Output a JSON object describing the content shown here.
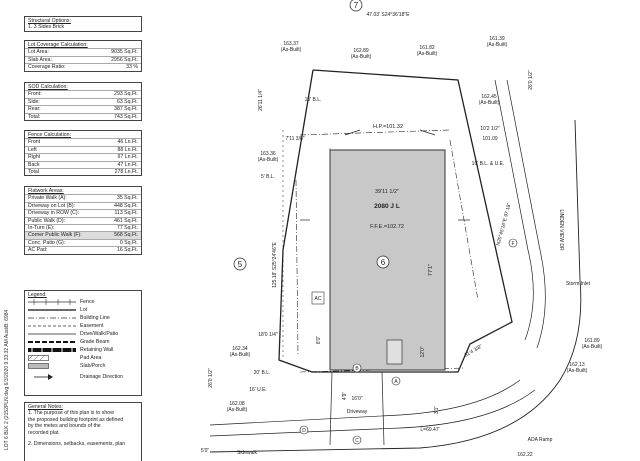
{
  "structural_options": {
    "title": "Structural Options:",
    "item": "1. 3 Sides Brick"
  },
  "lot_coverage": {
    "title": "Lot Coverage Calculation:",
    "rows": [
      {
        "label": "Lot Area:",
        "value": "9035 Sq.Ft."
      },
      {
        "label": "Slab Area:",
        "value": "2956 Sq.Ft."
      },
      {
        "label": "Coverage Ratio:",
        "value": "33 %"
      }
    ]
  },
  "sod": {
    "title": "SOD Calculation:",
    "rows": [
      {
        "label": "Front:",
        "value": "293 Sq.Ft."
      },
      {
        "label": "Side:",
        "value": "63 Sq.Ft."
      },
      {
        "label": "Rear:",
        "value": "387 Sq.Ft."
      },
      {
        "label": "Total:",
        "value": "743 Sq.Ft."
      }
    ]
  },
  "fence": {
    "title": "Fence Calculation:",
    "rows": [
      {
        "label": "Front",
        "value": "46 Ln.Ft."
      },
      {
        "label": "Left",
        "value": "88 Ln.Ft."
      },
      {
        "label": "Right",
        "value": "97 Ln.Ft."
      },
      {
        "label": "Back",
        "value": "47 Ln.Ft."
      },
      {
        "label": "Total",
        "value": "278 Ln.Ft."
      }
    ]
  },
  "flatwork": {
    "title": "Flatwork Areas:",
    "rows": [
      {
        "label": "Private Walk (A):",
        "value": "35 Sq.Ft."
      },
      {
        "label": "Driveway on Lot (B):",
        "value": "448 Sq.Ft."
      },
      {
        "label": "Driveway in ROW (C):",
        "value": "113 Sq.Ft."
      },
      {
        "label": "Public Walk (D):",
        "value": "461 Sq.Ft."
      },
      {
        "label": "In-Turn (E):",
        "value": "77 Sq.Ft."
      },
      {
        "label": "Corner Public Walk (F):",
        "value": "568 Sq.Ft."
      },
      {
        "label": "Conc. Patio (G):",
        "value": "0 Sq.Ft."
      },
      {
        "label": "AC Pad:",
        "value": "16 Sq.Ft."
      }
    ]
  },
  "legend": {
    "title": "Legend:",
    "items": [
      "Fence",
      "Lot",
      "Building Line",
      "Easement",
      "Drive/Walk/Patio",
      "Grade Beam",
      "Retaining Wall",
      "Pad Area",
      "Slab/Porch",
      "Drainage Direction"
    ]
  },
  "notes": {
    "title": "General Notes:",
    "lines": [
      "1. The purpose of this plan is to show",
      "the proposed building footprint as defined",
      "by the metes and bounds of the",
      "recorded plat.",
      "",
      "2. Dimensions, setbacks, easements, plan"
    ]
  },
  "side_title": "LOT 6 BLK 2 (2152PLN.dwg 6/3/2020 9:33:32 AM AustiB: 6984",
  "plan": {
    "lot_numbers": [
      "7",
      "6",
      "5"
    ],
    "house": {
      "name": "2080 J L",
      "width": "39'11 1/2\"",
      "depth": "77'1\"",
      "ffe": "F.F.E.=102.72",
      "hp": "H.P.=101.32"
    },
    "elevations": [
      {
        "value": "163.37",
        "note": "(As-Built)"
      },
      {
        "value": "162.89",
        "note": "(As-Built)"
      },
      {
        "value": "161.82",
        "note": "(As-Built)"
      },
      {
        "value": "161.39",
        "note": "(As-Built)"
      },
      {
        "value": "162.45",
        "note": "(As-Built)"
      },
      {
        "value": "163.36",
        "note": "(As-Built)"
      },
      {
        "value": "162.34",
        "note": "(As-Built)"
      },
      {
        "value": "162.08",
        "note": "(As-Built)"
      },
      {
        "value": "161.89",
        "note": "(As-Built)"
      },
      {
        "value": "162.13",
        "note": "(As-Built)"
      },
      {
        "value": "162.22",
        "note": ""
      },
      {
        "value": "101.09",
        "note": ""
      }
    ],
    "labels": {
      "top_bearing": "47.03' S24°36'18\"E",
      "rear_bl": "10' B.L.",
      "rear_setback": "7'11 3/8\"",
      "left_ue": "5' B.L.",
      "right_ue": "10' B.L. & U.E.",
      "right_bl": "10'2 1/2\"",
      "left_dim_a": "26'11 1/4\"",
      "left_dim_b": "125.18' S25°24'46\"E",
      "right_bearing": "N20°45'16\"E 97.18'",
      "right_top": "26'0 1/2\"",
      "front_setback": "18'0 1/4\"",
      "front_bl": "20' B.L.",
      "front_ue": "16' U.E.",
      "left_front": "26'0 1/2\"",
      "corner_dim": "31'4 3/8\"",
      "driveway": "Driveway",
      "driveway_width": "16'0\"",
      "ac": "AC",
      "arc": "L=69.47'",
      "sidewalk": "Sidewalk",
      "sidewalk_width": "5'0\"",
      "ada": "ADA Ramp",
      "storm": "Storm Inlet",
      "street": "LINDEN VIEW DR",
      "ul": "12'0\"",
      "fr": "3'1\"",
      "dim_tiny_a": "8'0\"",
      "dim_tiny_b": "4'9\"",
      "circle_a": "A",
      "circle_b": "B",
      "circle_c": "C",
      "circle_d": "D",
      "circle_f": "F"
    }
  }
}
